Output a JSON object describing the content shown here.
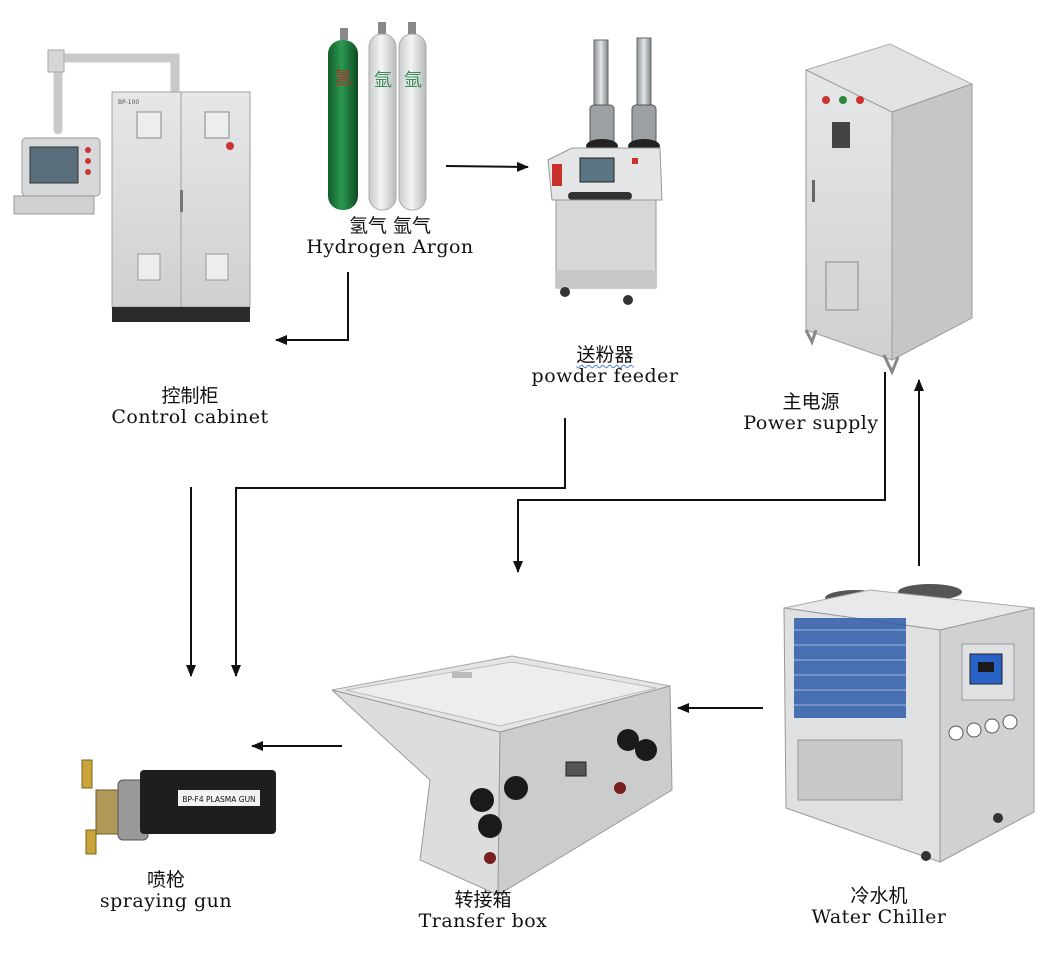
{
  "nodes": {
    "control_cabinet": {
      "cn": "控制柜",
      "en": "Control cabinet",
      "panel_model": "BP-100"
    },
    "gases": {
      "cn": "氢气 氩气",
      "en": "Hydrogen Argon",
      "bottle_1_char": "氢",
      "bottle_2_char": "氩",
      "bottle_3_char": "氩"
    },
    "powder_feeder": {
      "cn": "送粉器",
      "en": "powder feeder"
    },
    "power_supply": {
      "cn": "主电源",
      "en": "Power supply"
    },
    "spraying_gun": {
      "cn": "喷枪",
      "en": "spraying gun",
      "plate_text": "BP-F4 PLASMA GUN"
    },
    "transfer_box": {
      "cn": "转接箱",
      "en": "Transfer box"
    },
    "water_chiller": {
      "cn": "冷水机",
      "en": "Water Chiller"
    }
  },
  "edges": [
    {
      "from": "gases",
      "to": "powder_feeder"
    },
    {
      "from": "gases",
      "to": "control_cabinet"
    },
    {
      "from": "control_cabinet",
      "to": "spraying_gun"
    },
    {
      "from": "powder_feeder",
      "to": "spraying_gun"
    },
    {
      "from": "power_supply",
      "to": "transfer_box"
    },
    {
      "from": "water_chiller",
      "to": "power_supply"
    },
    {
      "from": "water_chiller",
      "to": "transfer_box"
    },
    {
      "from": "transfer_box",
      "to": "spraying_gun"
    }
  ],
  "colors": {
    "arrow": "#111111",
    "cabinet_grey": "#d9dadc",
    "bottle_green": "#1f7a3e",
    "bottle_white": "#e4e6e6",
    "feeder_red": "#c8322b",
    "chiller_blue": "#2e5aa8"
  }
}
